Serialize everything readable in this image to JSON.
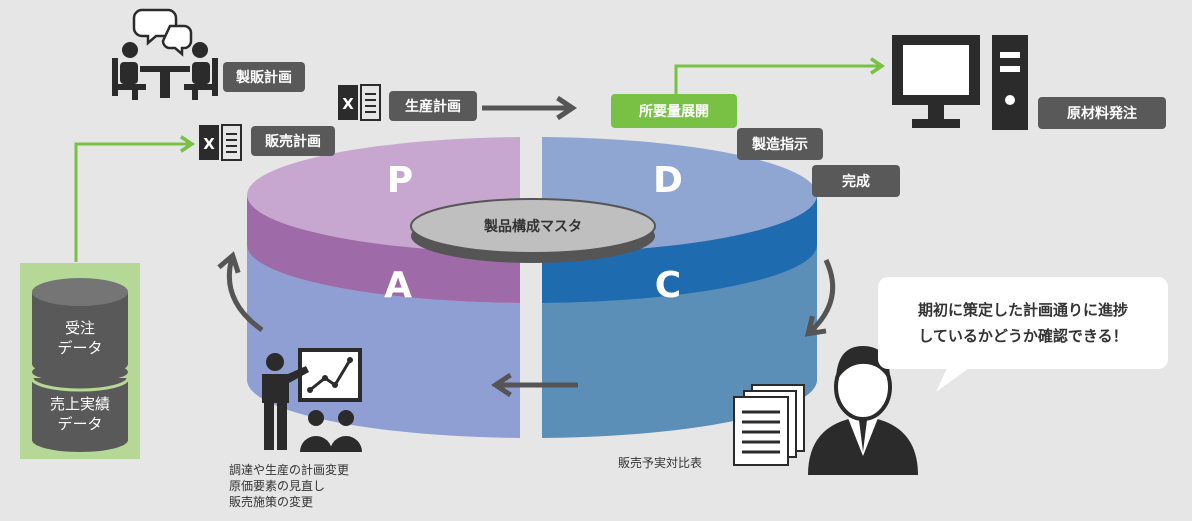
{
  "center_label": "製品構成マスタ",
  "quadrants": {
    "p": "P",
    "d": "D",
    "a": "A",
    "c": "C"
  },
  "labels": {
    "seihan": "製販計画",
    "seisan": "生産計画",
    "hanbai": "販売計画",
    "shoyouryou": "所要量展開",
    "genzairyou": "原材料発注",
    "seizou": "製造指示",
    "kansei": "完成"
  },
  "database": {
    "top": [
      "受注",
      "データ"
    ],
    "bottom": [
      "売上実績",
      "データ"
    ]
  },
  "speech": [
    "期初に策定した計画通りに進捗",
    "しているかどうか確認できる！"
  ],
  "report_caption": "販売予実対比表",
  "action_caption": [
    "調達や生産の計画変更",
    "原価要素の見直し",
    "販売施策の変更"
  ],
  "colors": {
    "green": "#78c144",
    "tag_gray": "#595959",
    "p_top": "#c7a6cf",
    "p_side": "#9e6aa8",
    "d_top": "#8fa6d2",
    "d_side": "#1f6bb0",
    "a_top": "#c2c8e8",
    "a_side": "#8f9fd4",
    "c_top": "#8fb0cc",
    "c_side": "#5b8fb8"
  },
  "icons": [
    "meeting-icon",
    "excel-icon",
    "computer-icon",
    "database-icon",
    "presentation-icon",
    "document-icon",
    "businessman-icon"
  ]
}
